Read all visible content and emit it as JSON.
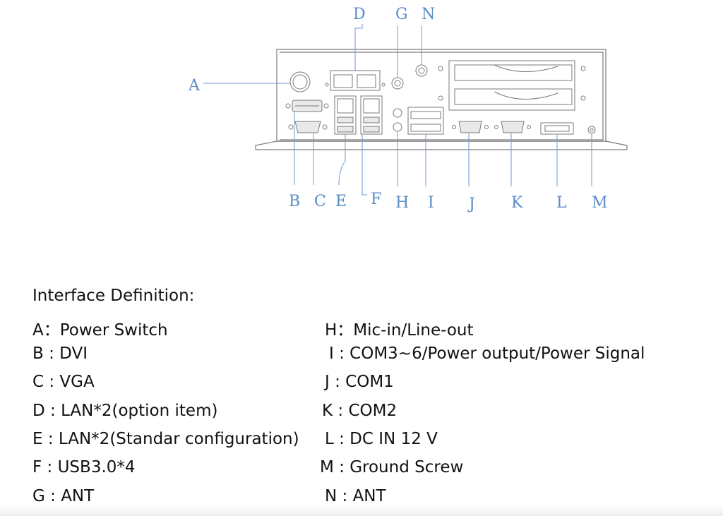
{
  "callouts": [
    "A",
    "B",
    "C",
    "D",
    "E",
    "F",
    "G",
    "H",
    "I",
    "J",
    "K",
    "L",
    "M",
    "N"
  ],
  "definitions": {
    "title": "Interface Definition:",
    "left": [
      "A：Power Switch",
      "B : DVI",
      "C : VGA",
      "D : LAN*2(option item)",
      "E : LAN*2(Standar configuration)",
      "F : USB3.0*4",
      "G : ANT"
    ],
    "right": [
      "H：Mic-in/Line-out",
      "I : COM3~6/Power output/Power Signal",
      "J : COM1",
      "K : COM2",
      "L : DC IN 12 V",
      "M : Ground Screw",
      "N : ANT"
    ]
  }
}
